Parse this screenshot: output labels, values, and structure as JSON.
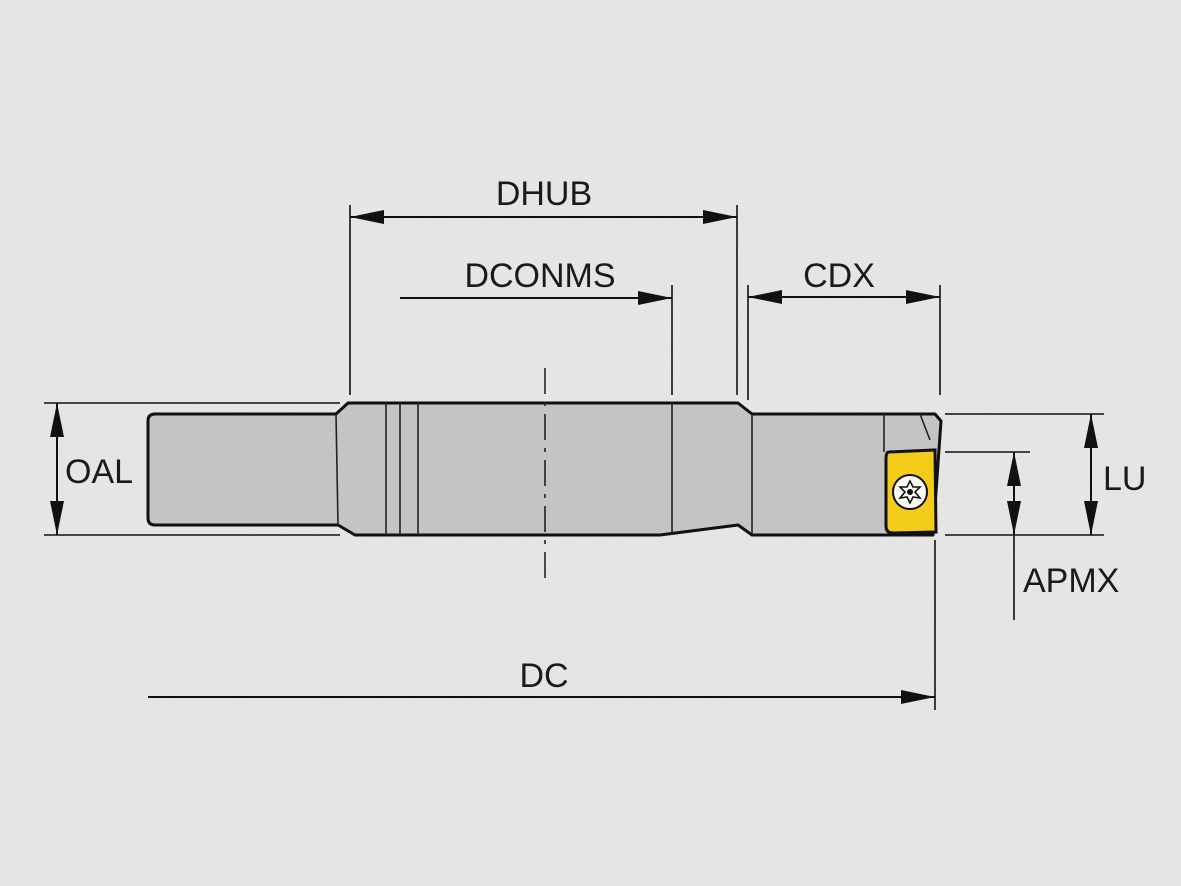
{
  "labels": {
    "dhub": "DHUB",
    "dconms": "DCONMS",
    "cdx": "CDX",
    "oal": "OAL",
    "lu": "LU",
    "apmx": "APMX",
    "dc": "DC"
  },
  "colors": {
    "background": "#e9e9e9",
    "body": "#c4c4c4",
    "insert": "#f2cc19",
    "outline": "#111111"
  },
  "icons": {
    "screw": "torx-screw-icon"
  }
}
